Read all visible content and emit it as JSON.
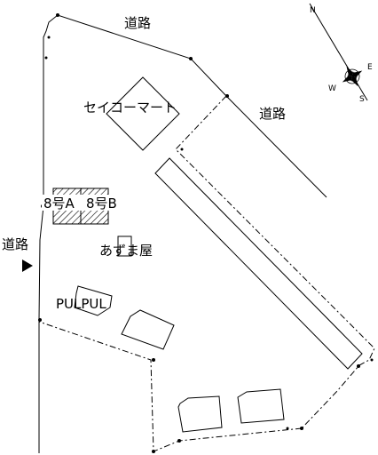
{
  "labels": {
    "road_top": "道路",
    "road_right": "道路",
    "road_left": "道路",
    "seico_mart": "セイコーマート",
    "building_8a": "8号A",
    "building_8b": "8号B",
    "azumaya": "あずま屋",
    "pulpul": "PULPUL"
  },
  "compass": {
    "north": "N",
    "east": "E",
    "south": "S",
    "west": "W"
  },
  "colors": {
    "line": "#000000",
    "background": "#ffffff"
  }
}
